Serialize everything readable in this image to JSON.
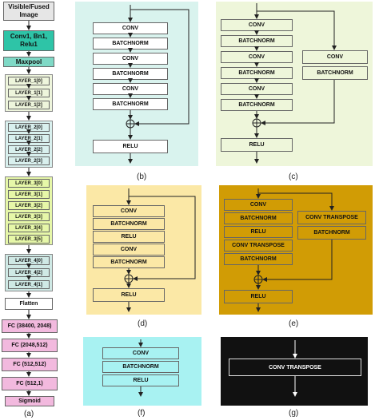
{
  "colors": {
    "input_bg": "#e6e6e6",
    "stem_bg": "#2ec4a7",
    "pool_bg": "#7fd9c6",
    "layer1_bg": "#eef5dc",
    "layer2_bg": "#d9f0ee",
    "layer3_bg": "#e6f7a8",
    "layer4_bg": "#cfe9e5",
    "fc_bg": "#f2b9de",
    "panel_b_bg": "#d9f3ee",
    "panel_c_bg": "#eef6da",
    "panel_d_bg": "#fbe8a6",
    "panel_e_bg": "#d19c05",
    "panel_f_bg": "#a8f2f2",
    "panel_g_bg": "#111111",
    "block_bg": "#ffffff"
  },
  "panel_a": {
    "input": "Visible/Fused Image",
    "stem": "Conv1, Bn1, Relu1",
    "pool": "Maxpool",
    "layer1": [
      "LAYER_1[0]",
      "LAYER_1[1]",
      "LAYER_1[2]"
    ],
    "layer2": [
      "LAYER_2[0]",
      "LAYER_2[1]",
      "LAYER_2[2]",
      "LAYER_2[3]"
    ],
    "layer3": [
      "LAYER_3[0]",
      "LAYER_3[1]",
      "LAYER_3[2]",
      "LAYER_3[3]",
      "LAYER_3[4]",
      "LAYER_3[5]"
    ],
    "layer4": [
      "LAYER_4[0]",
      "LAYER_4[2]",
      "LAYER_4[1]"
    ],
    "flatten": "Flatten",
    "fc": [
      "FC (38400, 2048)",
      "FC (2048,512)",
      "FC (512,512)",
      "FC (512,1)"
    ],
    "sigmoid": "Sigmoid",
    "caption": "(a)"
  },
  "panel_b": {
    "blocks": [
      "CONV",
      "BATCHNORM",
      "CONV",
      "BATCHNORM",
      "CONV",
      "BATCHNORM"
    ],
    "relu": "RELU",
    "caption": "(b)"
  },
  "panel_c": {
    "blocks": [
      "CONV",
      "BATCHNORM",
      "CONV",
      "BATCHNORM",
      "CONV",
      "BATCHNORM"
    ],
    "skip": [
      "CONV",
      "BATCHNORM"
    ],
    "relu": "RELU",
    "caption": "(c)"
  },
  "panel_d": {
    "blocks": [
      "CONV",
      "BATCHNORM",
      "RELU",
      "CONV",
      "BATCHNORM"
    ],
    "relu": "RELU",
    "caption": "(d)"
  },
  "panel_e": {
    "blocks": [
      "CONV",
      "BATCHNORM",
      "RELU",
      "CONV TRANSPOSE",
      "BATCHNORM"
    ],
    "skip": [
      "CONV TRANSPOSE",
      "BATCHNORM"
    ],
    "relu": "RELU",
    "caption": "(e)"
  },
  "panel_f": {
    "blocks": [
      "CONV",
      "BATCHNORM",
      "RELU"
    ],
    "caption": "(f)"
  },
  "panel_g": {
    "block": "CONV TRANSPOSE",
    "caption": "(g)"
  }
}
